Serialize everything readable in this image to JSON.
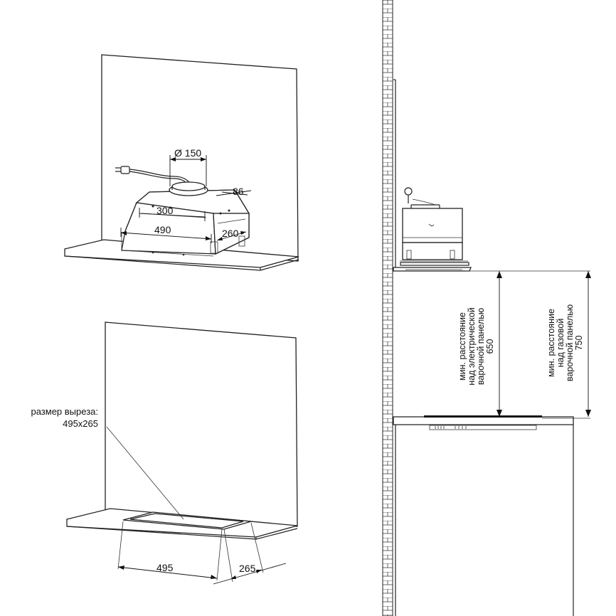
{
  "install_view": {
    "duct_diameter_label": "Ø 150",
    "depth_label": "86",
    "inner_width_label": "300",
    "width_label": "490",
    "side_depth_label": "260"
  },
  "cutout_view": {
    "caption_line1": "размер выреза:",
    "caption_line2": "495x265",
    "width_label": "495",
    "depth_label": "265"
  },
  "side_view": {
    "electric_label_lines": [
      "мин. расстояние",
      "над электрической",
      "варочной панелью"
    ],
    "electric_value": "650",
    "gas_label_lines": [
      "мин. расстояние",
      "над газовой",
      "варочной панелью"
    ],
    "gas_value": "750"
  }
}
